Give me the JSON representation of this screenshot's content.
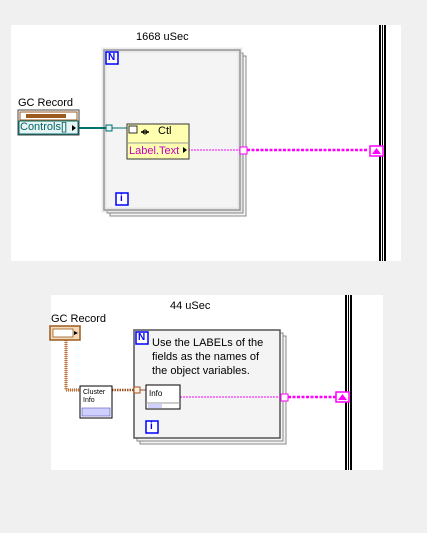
{
  "top": {
    "timing": "1668 uSec",
    "gc_label": "GC Record",
    "controls_label": "Controls[]",
    "ctl_label": "Ctl",
    "property_label": "Label.Text",
    "n_label": "N",
    "i_label": "i"
  },
  "bottom": {
    "timing": "44 uSec",
    "gc_label": "GC Record",
    "cluster_info_label": "Cluster\nInfo",
    "info_label": "Info",
    "note": "Use the LABELs of the\nfields as the names of\nthe object variables.",
    "n_label": "N",
    "i_label": "i"
  },
  "colors": {
    "wire_pink": "#ff00ff",
    "wire_teal": "#007070",
    "wire_brown": "#a05020",
    "loop_blue": "#0000ff",
    "cluster_brown": "#9c5a20"
  }
}
